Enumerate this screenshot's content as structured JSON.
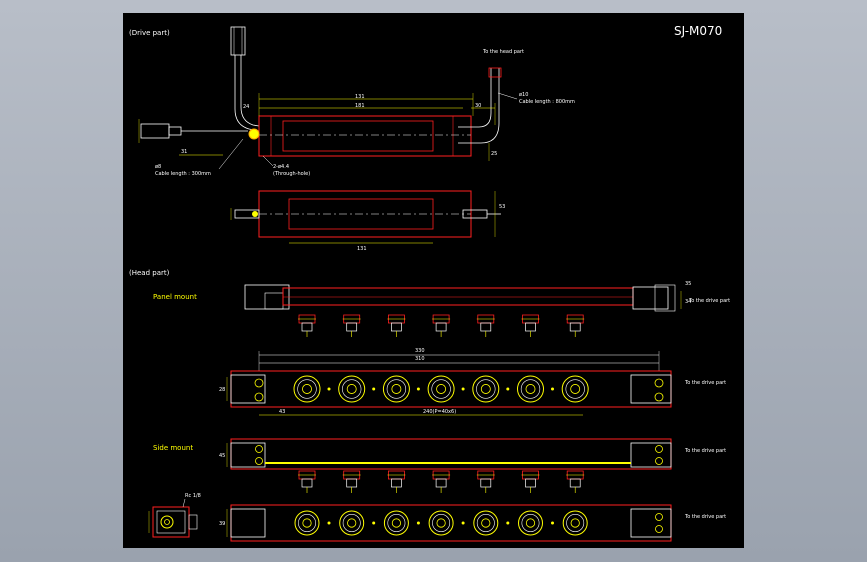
{
  "title": "SJ-M070",
  "sections": {
    "drive": "(Drive part)",
    "head": "(Head part)",
    "panel": "Panel mount",
    "side": "Side mount"
  },
  "notes": {
    "to_head_part": "To the head part",
    "cable_top_dia": "ø10",
    "cable_top_len": "Cable length : 800mm",
    "cable_left_dia": "ø8",
    "cable_left_len": "Cable length : 300mm",
    "hole": "2-ø4.4",
    "through": "(Through-hole)",
    "to_drive": "To the drive part",
    "rc": "Rc 1/8",
    "pitch": "240(P=40x6)"
  },
  "dims": {
    "d_131": "131",
    "d_181": "181",
    "d_30": "30",
    "d_25": "25",
    "d_24": "24",
    "d_31": "31",
    "d_53": "53",
    "d_330": "330",
    "d_310": "310",
    "d_43": "43",
    "d_28": "28",
    "d_34": "34",
    "d_35": "35",
    "d_45": "45",
    "d_39": "39"
  }
}
